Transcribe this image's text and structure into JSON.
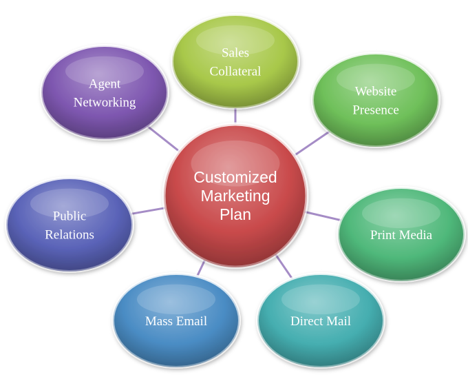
{
  "diagram": {
    "center": {
      "lines": [
        "Customized",
        "Marketing",
        "Plan"
      ],
      "color": "#c94a4b"
    },
    "nodes": [
      {
        "id": "sales-collateral",
        "lines": [
          "Sales",
          "Collateral"
        ],
        "color": "#a8c84a"
      },
      {
        "id": "website-presence",
        "lines": [
          "Website",
          "Presence"
        ],
        "color": "#6fc05a"
      },
      {
        "id": "print-media",
        "lines": [
          "Print Media"
        ],
        "color": "#4fb87a"
      },
      {
        "id": "direct-mail",
        "lines": [
          "Direct Mail"
        ],
        "color": "#45aeb0"
      },
      {
        "id": "mass-email",
        "lines": [
          "Mass Email"
        ],
        "color": "#4a8cc4"
      },
      {
        "id": "public-relations",
        "lines": [
          "Public",
          "Relations"
        ],
        "color": "#5a63b8"
      },
      {
        "id": "agent-networking",
        "lines": [
          "Agent",
          "Networking"
        ],
        "color": "#7e57b0"
      }
    ],
    "connector_color": "#a58cc6"
  }
}
